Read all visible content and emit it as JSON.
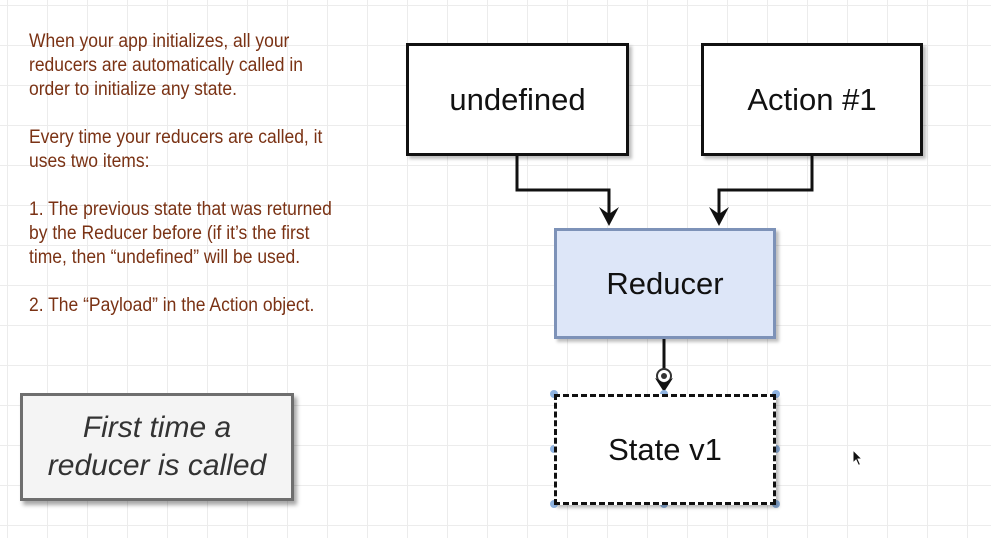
{
  "notes": {
    "paragraph_1": "When your app initializes, all your\nreducers are automatically called in\norder to initialize any state.",
    "paragraph_2": "Every time your reducers are called, it\nuses two items:",
    "paragraph_3": "1. The previous state that was returned\nby the Reducer before (if it’s the first\ntime, then “undefined” will be used.",
    "paragraph_4": "2. The “Payload” in the Action object."
  },
  "callout": {
    "text": "First time a\nreducer is called"
  },
  "diagram": {
    "nodes": {
      "undefined": "undefined",
      "action": "Action #1",
      "reducer": "Reducer",
      "state": "State v1"
    },
    "edges": [
      {
        "from": "undefined",
        "to": "reducer"
      },
      {
        "from": "action",
        "to": "reducer"
      },
      {
        "from": "reducer",
        "to": "state"
      }
    ]
  },
  "colors": {
    "note_text": "#7a3214",
    "reducer_fill": "#dde6f8",
    "reducer_border": "#7d92b8",
    "selection_handle": "#8fb3e0"
  },
  "icons": {
    "cursor": "mouse-pointer-icon",
    "connection_handle": "connection-anchor-icon"
  }
}
